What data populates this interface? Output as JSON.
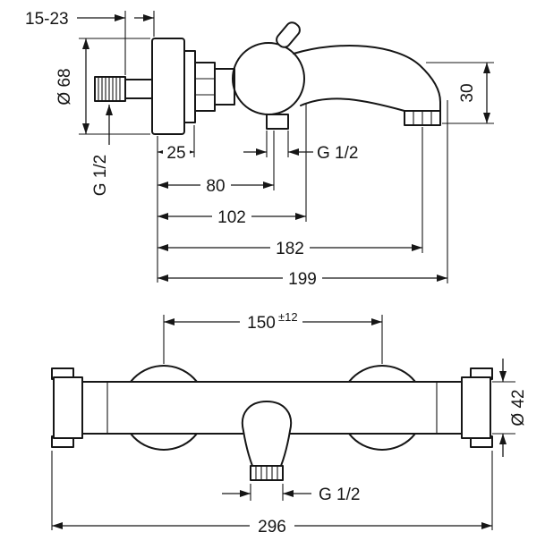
{
  "drawing_color": "#161616",
  "side_view": {
    "wall_depth": "15-23",
    "escutcheon_diameter": "Ø 68",
    "inlet_thread": "G 1/2",
    "escutcheon_depth": "25",
    "outlet_thread": "G 1/2",
    "center_projection": "80",
    "spout_start_projection": "102",
    "outlet_projection": "182",
    "total_projection": "199",
    "outlet_height": "30"
  },
  "front_view": {
    "connection_distance": "150",
    "connection_tolerance": "±12",
    "body_diameter": "Ø 42",
    "spout_thread": "G 1/2",
    "overall_width": "296"
  }
}
